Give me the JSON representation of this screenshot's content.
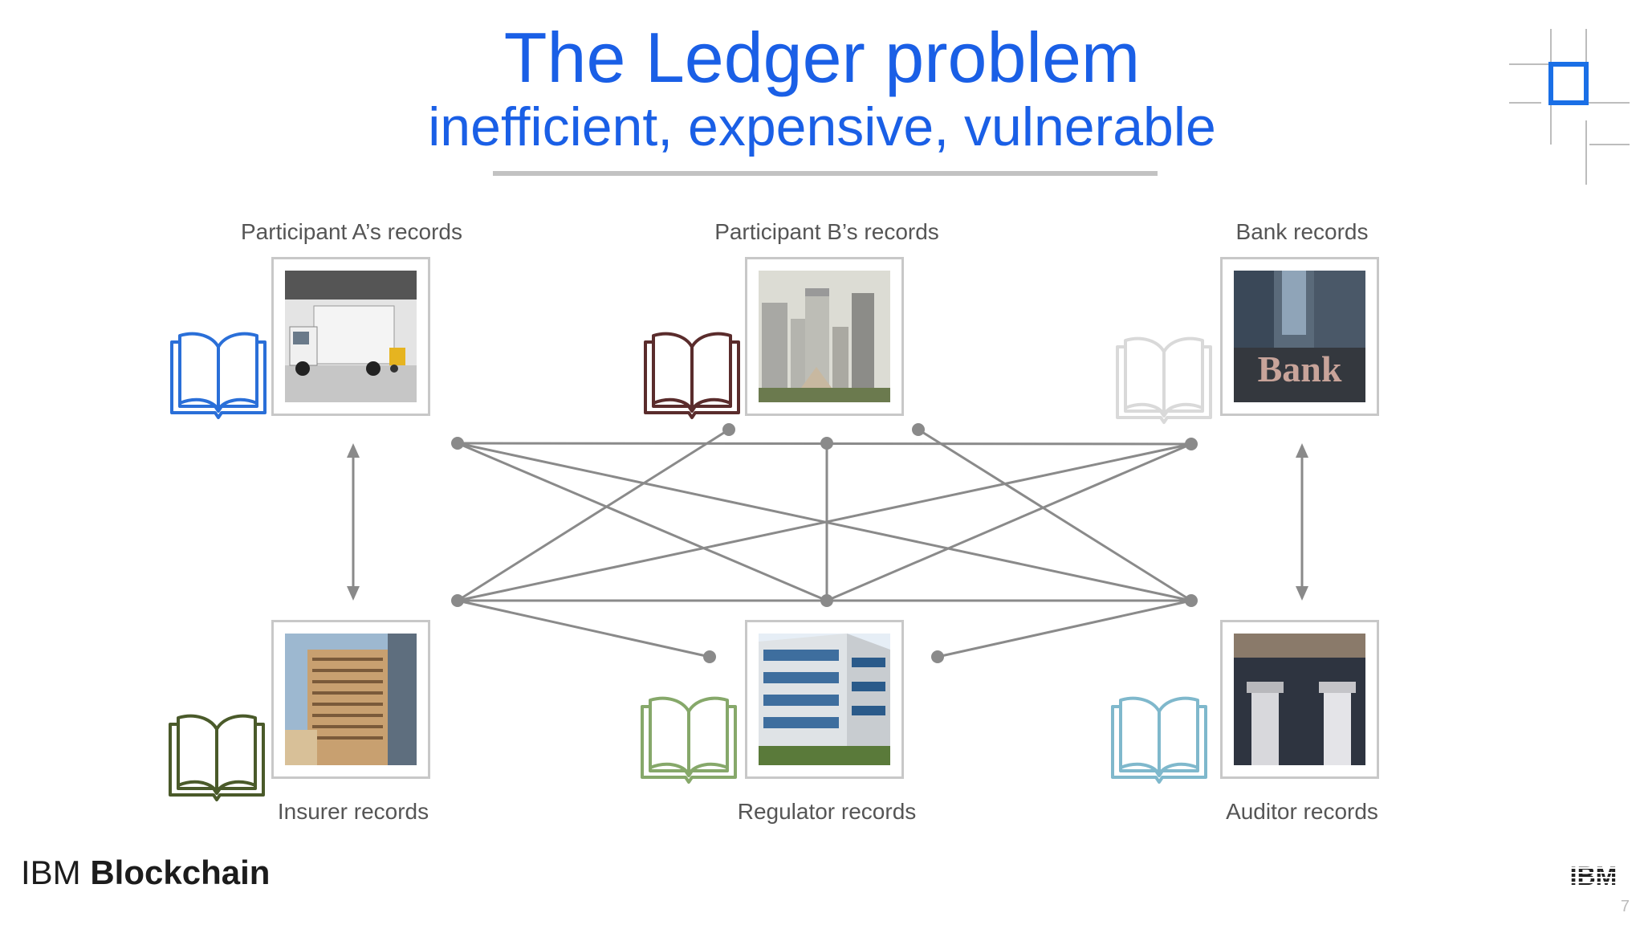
{
  "slide": {
    "title": "The Ledger problem",
    "subtitle": "inefficient, expensive, vulnerable",
    "page_number": "7"
  },
  "nodes": {
    "participant_a": {
      "label": "Participant A’s records",
      "book_color": "#2a6fd8",
      "photo": "truck-warehouse-photo"
    },
    "participant_b": {
      "label": "Participant B’s records",
      "book_color": "#5a2c2c",
      "photo": "city-skyline-photo"
    },
    "bank": {
      "label": "Bank records",
      "book_color": "#d9d9d9",
      "photo": "bank-sign-photo"
    },
    "insurer": {
      "label": "Insurer records",
      "book_color": "#4a5a2a",
      "photo": "office-tower-photo"
    },
    "regulator": {
      "label": "Regulator records",
      "book_color": "#86a86a",
      "photo": "glass-building-photo"
    },
    "auditor": {
      "label": "Auditor records",
      "book_color": "#7fb8cc",
      "photo": "columns-building-photo"
    }
  },
  "colors": {
    "title": "#1a5fe6",
    "connector": "#8a8a8a",
    "frame": "#c8c8c8",
    "accent_logo": "#1a6fe6"
  },
  "footer": {
    "brand_light": "IBM",
    "brand_bold": "Blockchain",
    "logo_text": "IBM"
  }
}
